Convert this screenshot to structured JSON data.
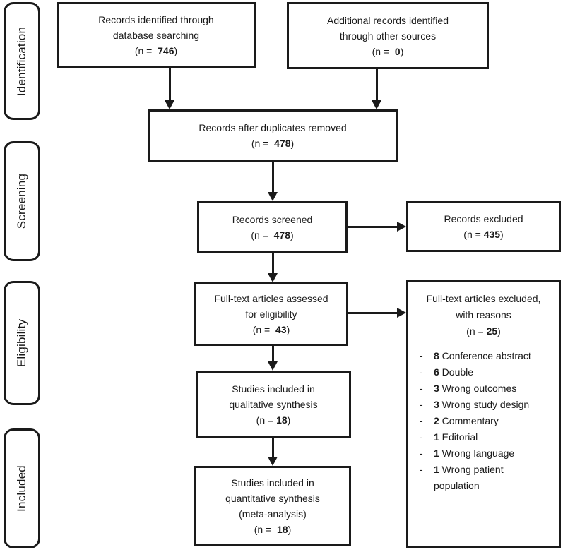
{
  "colors": {
    "ink": "#1a1a1a",
    "background": "#ffffff"
  },
  "stages": [
    {
      "label": "Identification"
    },
    {
      "label": "Screening"
    },
    {
      "label": "Eligibility"
    },
    {
      "label": "Included"
    }
  ],
  "boxes": [
    {
      "lines": [
        "Records identified through",
        "database searching"
      ],
      "n_prefix": "(n =  ",
      "n_value": "746",
      "n_suffix": ")"
    },
    {
      "lines": [
        "Additional records identified",
        "through other sources"
      ],
      "n_prefix": "(n =  ",
      "n_value": "0",
      "n_suffix": ")"
    },
    {
      "lines": [
        "Records after duplicates removed"
      ],
      "n_prefix": "(n =  ",
      "n_value": "478",
      "n_suffix": ")"
    },
    {
      "lines": [
        "Records screened"
      ],
      "n_prefix": "(n =  ",
      "n_value": "478",
      "n_suffix": ")"
    },
    {
      "lines": [
        "Records excluded"
      ],
      "n_prefix": "(n = ",
      "n_value": "435",
      "n_suffix": ")"
    },
    {
      "lines": [
        "Full-text articles assessed",
        "for eligibility"
      ],
      "n_prefix": "(n =  ",
      "n_value": "43",
      "n_suffix": ")"
    },
    {
      "lines": [
        "Full-text articles excluded,",
        "with reasons"
      ],
      "n_prefix": "(n = ",
      "n_value": "25",
      "n_suffix": ")"
    },
    {
      "lines": [
        "Studies included in",
        "qualitative synthesis"
      ],
      "n_prefix": "(n = ",
      "n_value": "18",
      "n_suffix": ")"
    },
    {
      "lines": [
        "Studies included in",
        "quantitative synthesis",
        "(meta-analysis)"
      ],
      "n_prefix": "(n =  ",
      "n_value": "18",
      "n_suffix": ")"
    }
  ],
  "list": {
    "bullet": "-"
  },
  "reasons": [
    {
      "count": "8",
      "label": " Conference abstract"
    },
    {
      "count": "6",
      "label": " Double"
    },
    {
      "count": "3",
      "label": " Wrong outcomes"
    },
    {
      "count": "3",
      "label": " Wrong study design"
    },
    {
      "count": "2",
      "label": " Commentary"
    },
    {
      "count": "1",
      "label": " Editorial"
    },
    {
      "count": "1",
      "label": " Wrong language"
    },
    {
      "count": "1",
      "label": " Wrong patient\npopulation"
    }
  ]
}
